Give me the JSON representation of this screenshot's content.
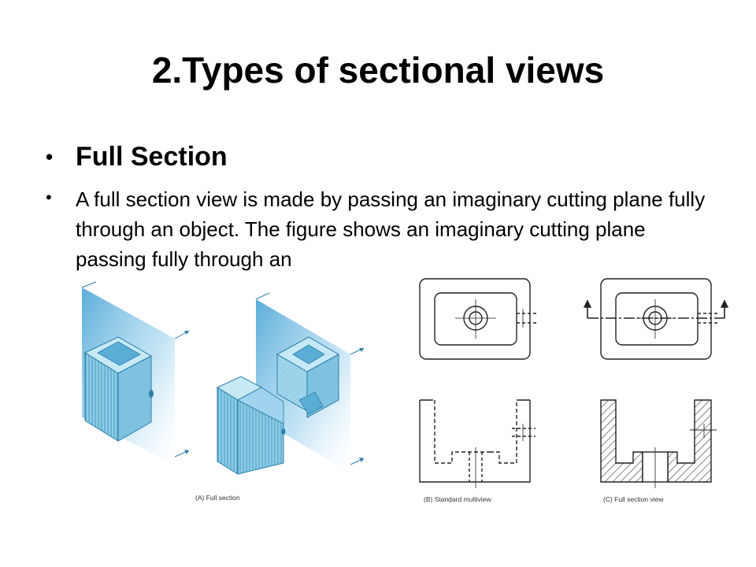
{
  "slide": {
    "title": "2.Types of sectional views",
    "bullets": [
      "Full Section",
      "A full section view is made by passing an imaginary cutting plane fully through an object. The figure shows an imaginary cutting plane passing fully through an"
    ]
  },
  "figure": {
    "captions": {
      "a": "(A) Full section",
      "b": "(B) Standard multiview",
      "c": "(C) Full section view"
    }
  },
  "colors": {
    "plane_blue": "#5aaed6",
    "object_blue": "#8ccde6",
    "line_dark": "#222222"
  }
}
